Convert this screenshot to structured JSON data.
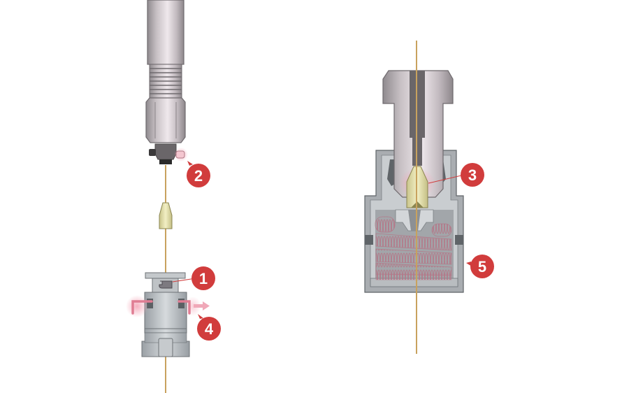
{
  "diagram": {
    "type": "exploded-and-cutaway mechanical diagram",
    "views": [
      {
        "id": "exploded-view",
        "description": "Fitting body, ferrule, and spring-loaded clip shown separated along a capillary tube"
      },
      {
        "id": "cutaway-view",
        "description": "Assembled fitting in cross-section with ferrule seated and compression spring"
      }
    ],
    "callouts": [
      {
        "number": "1",
        "target": "clip-latch"
      },
      {
        "number": "2",
        "target": "fitting-side-pin"
      },
      {
        "number": "3",
        "target": "ferrule-seat"
      },
      {
        "number": "4",
        "target": "clip-release-arms"
      },
      {
        "number": "5",
        "target": "compression-spring"
      }
    ],
    "colors": {
      "metal_light": "#d9d2d6",
      "metal_mid": "#b8b0b5",
      "metal_dark": "#6f6a6e",
      "housing_gray": "#a9adb1",
      "housing_dark": "#5f6468",
      "ferrule": "#e4e1a6",
      "tube": "#c8a25e",
      "highlight_pink": "#f0a8b8",
      "spring": "#b37a8a",
      "callout_red": "#d13c3c",
      "callout_text": "#ffffff"
    }
  }
}
